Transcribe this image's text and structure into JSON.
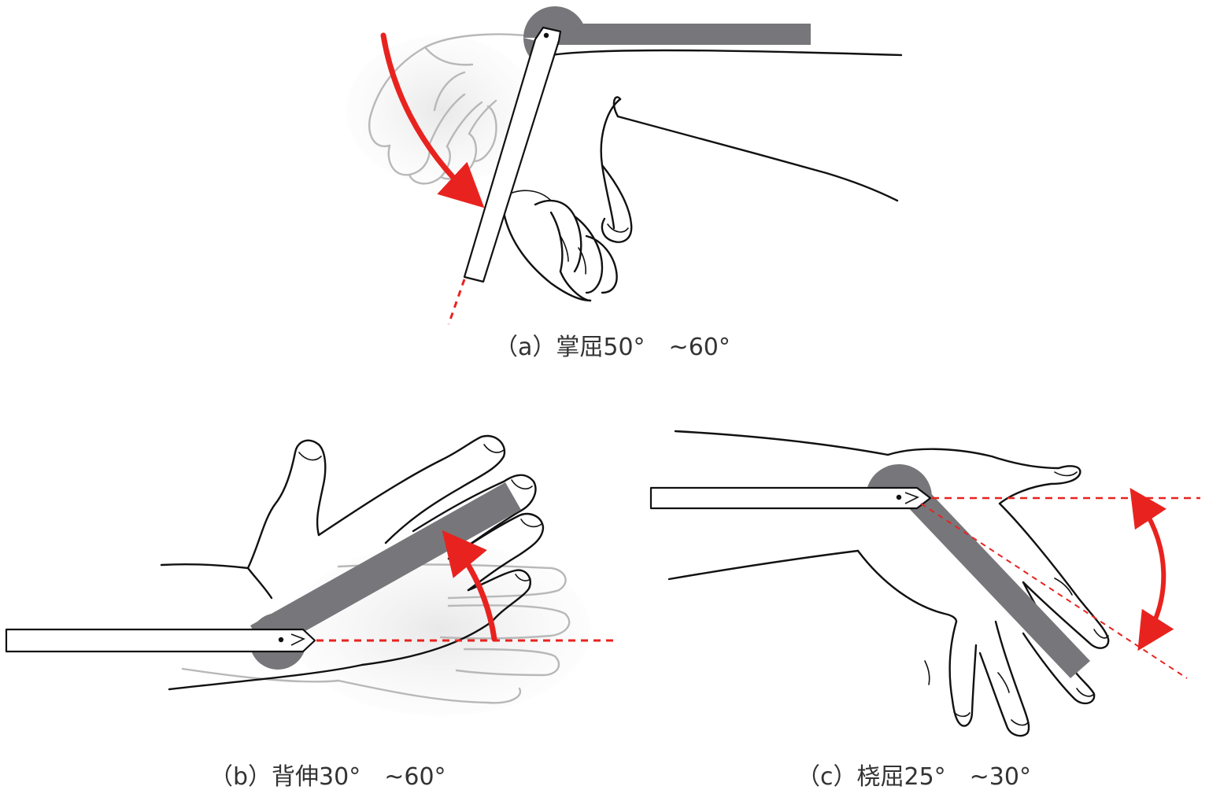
{
  "captions": {
    "a": "（a）掌屈50°　~60°",
    "b": "（b）背伸30°　~60°",
    "c": "（c）桡屈25°　~30°"
  },
  "colors": {
    "arrow": "#e8231f",
    "goniometer_arm": "#77777b",
    "outline": "#111111",
    "ghost_hand": "#b8b8b8"
  }
}
